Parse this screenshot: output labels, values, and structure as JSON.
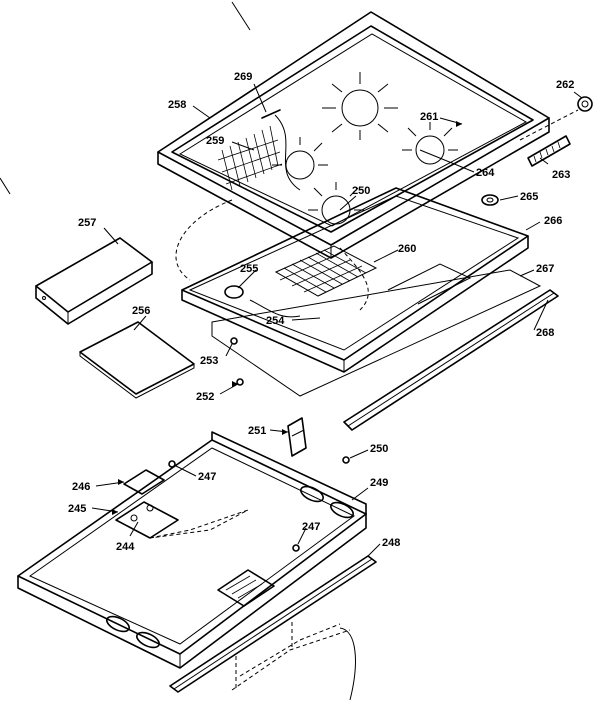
{
  "diagram": {
    "callouts": [
      {
        "id": "cooktop-glass-frame",
        "text": "258"
      },
      {
        "id": "element-lead",
        "text": "269"
      },
      {
        "id": "radiant-element-left",
        "text": "259"
      },
      {
        "id": "center-element",
        "text": "250"
      },
      {
        "id": "rear-element-clip",
        "text": "261"
      },
      {
        "id": "knob-insert",
        "text": "262"
      },
      {
        "id": "terminal-block",
        "text": "263"
      },
      {
        "id": "element-right",
        "text": "264"
      },
      {
        "id": "grommet",
        "text": "265"
      },
      {
        "id": "element-pan",
        "text": "266"
      },
      {
        "id": "insulation-pad",
        "text": "267"
      },
      {
        "id": "front-trim",
        "text": "268"
      },
      {
        "id": "junction-box-cover",
        "text": "257"
      },
      {
        "id": "heat-shield",
        "text": "256"
      },
      {
        "id": "limit-switch",
        "text": "255"
      },
      {
        "id": "element-grid",
        "text": "260"
      },
      {
        "id": "wire-clip",
        "text": "254"
      },
      {
        "id": "screw-253",
        "text": "253"
      },
      {
        "id": "screw-252",
        "text": "252"
      },
      {
        "id": "bracket",
        "text": "251"
      },
      {
        "id": "screw-250-lower",
        "text": "250"
      },
      {
        "id": "spring-clip",
        "text": "246"
      },
      {
        "id": "screw-247-upper",
        "text": "247"
      },
      {
        "id": "cutout-plate",
        "text": "245"
      },
      {
        "id": "mounting-plate",
        "text": "244"
      },
      {
        "id": "burner-box",
        "text": "249"
      },
      {
        "id": "screw-247-lower",
        "text": "247"
      },
      {
        "id": "side-rail",
        "text": "248"
      }
    ]
  }
}
